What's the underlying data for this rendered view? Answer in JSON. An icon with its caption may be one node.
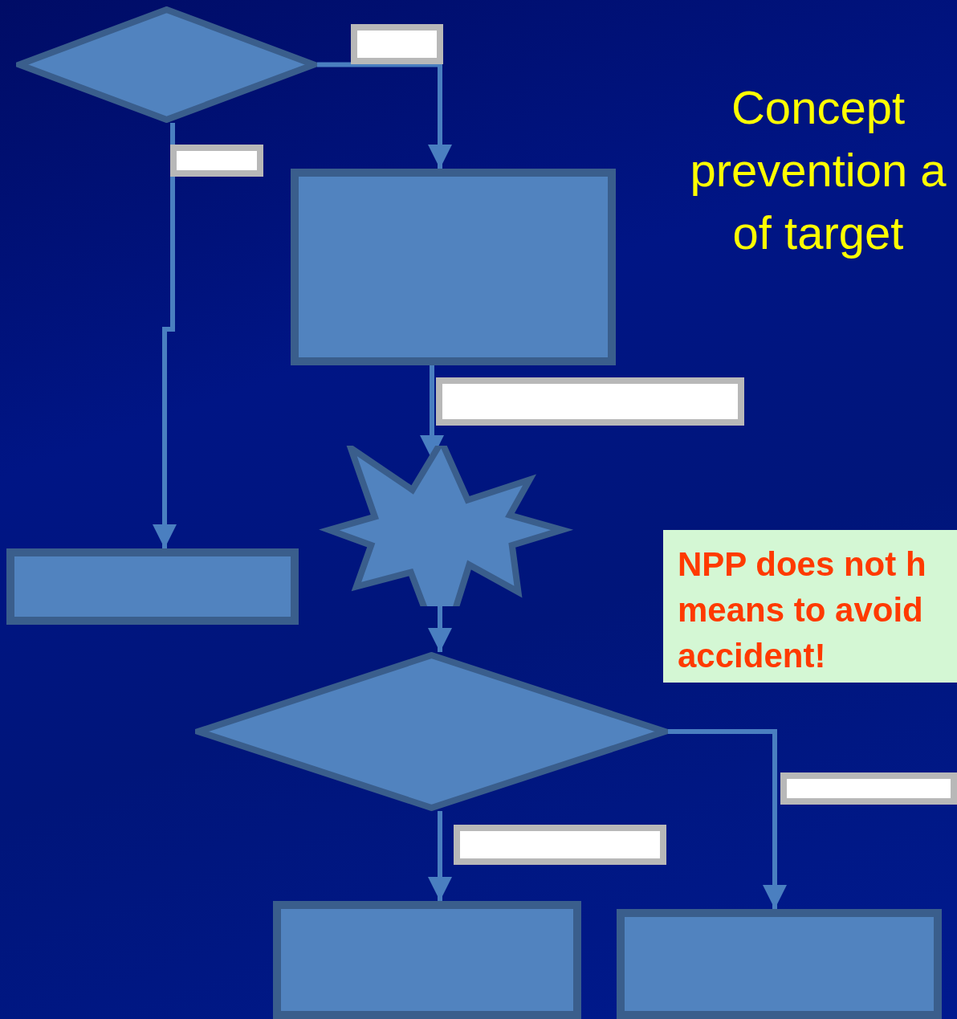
{
  "diagram": {
    "title": "Concept prevention a of target",
    "nodes": [
      {
        "text": [],
        "shape": "diamond"
      },
      {
        "text": [],
        "shape": "box"
      },
      {
        "text": [],
        "shape": "box"
      },
      {
        "text": [],
        "shape": "burst"
      },
      {
        "text": [],
        "shape": "diamond"
      },
      {
        "text": [],
        "shape": "box"
      },
      {
        "text": [],
        "shape": "box"
      },
      {
        "text": [
          "NPP does not h means to avoid accident!"
        ]
      }
    ],
    "edges": [
      {
        "from": 0,
        "to": 1,
        "arrow": "to"
      },
      {
        "from": 0,
        "to": 2,
        "arrow": "to"
      },
      {
        "from": 1,
        "to": 3,
        "arrow": "to"
      },
      {
        "from": 3,
        "to": 4,
        "arrow": "to"
      },
      {
        "from": 4,
        "to": 5,
        "arrow": "to"
      },
      {
        "from": 4,
        "to": 6,
        "arrow": "to"
      }
    ]
  }
}
